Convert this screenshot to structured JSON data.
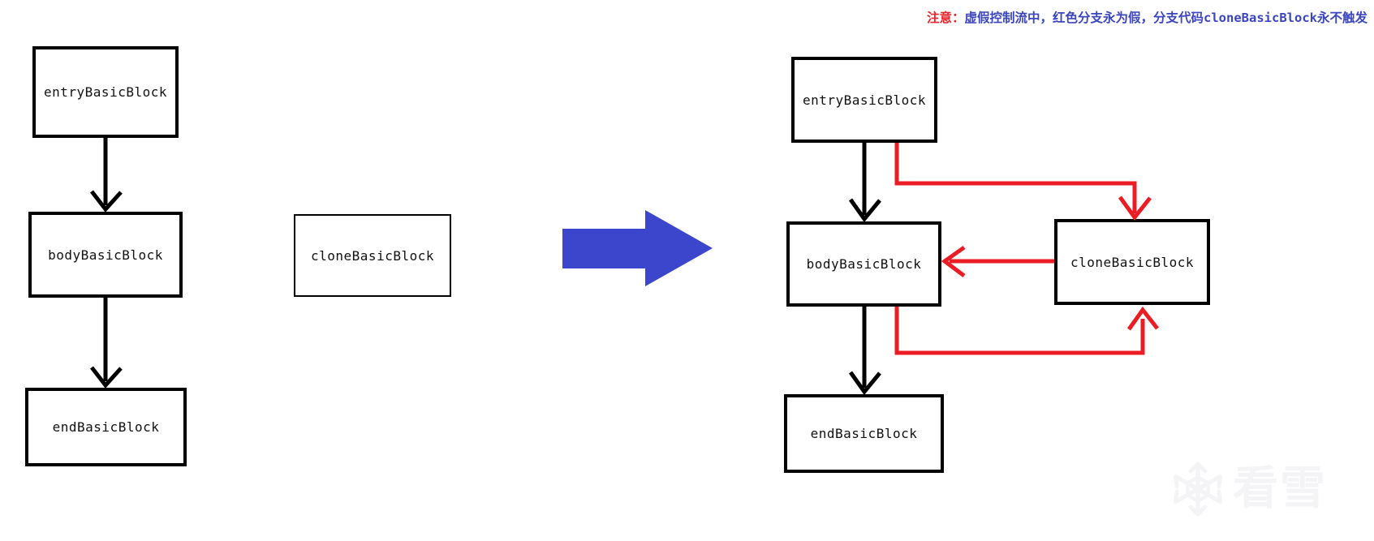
{
  "annotation": {
    "prefix": "注意：",
    "text_before_code": "虚假控制流中，红色分支永为假，分支代码",
    "code": "cloneBasicBlock",
    "text_after_code": "永不触发",
    "prefix_color": "#E8232A",
    "body_color": "#3B45BF"
  },
  "colors": {
    "box_border": "#000000",
    "box_fill": "#FFFFFF",
    "normal_edge": "#000000",
    "false_branch_edge": "#EC1C24",
    "transform_arrow": "#3B46CC",
    "watermark": "#F4F4F6"
  },
  "left_diagram": {
    "title": "original-control-flow",
    "nodes": [
      {
        "id": "entry",
        "label": "entryBasicBlock"
      },
      {
        "id": "body",
        "label": "bodyBasicBlock"
      },
      {
        "id": "end",
        "label": "endBasicBlock"
      },
      {
        "id": "clone",
        "label": "cloneBasicBlock"
      }
    ],
    "edges": [
      {
        "from": "entry",
        "to": "body",
        "color": "#000000",
        "style": "solid"
      },
      {
        "from": "body",
        "to": "end",
        "color": "#000000",
        "style": "solid"
      }
    ]
  },
  "transform_arrow": {
    "label": "transforms-into",
    "direction": "right",
    "color": "#3B46CC"
  },
  "right_diagram": {
    "title": "bogus-control-flow",
    "nodes": [
      {
        "id": "entry",
        "label": "entryBasicBlock"
      },
      {
        "id": "body",
        "label": "bodyBasicBlock"
      },
      {
        "id": "clone",
        "label": "cloneBasicBlock"
      },
      {
        "id": "end",
        "label": "endBasicBlock"
      }
    ],
    "edges": [
      {
        "from": "entry",
        "to": "body",
        "color": "#000000",
        "style": "solid",
        "kind": "true-branch"
      },
      {
        "from": "entry",
        "to": "clone",
        "color": "#EC1C24",
        "style": "solid",
        "kind": "false-branch"
      },
      {
        "from": "clone",
        "to": "body",
        "color": "#EC1C24",
        "style": "solid",
        "kind": "false-branch"
      },
      {
        "from": "body",
        "to": "clone",
        "color": "#EC1C24",
        "style": "solid",
        "kind": "false-branch"
      },
      {
        "from": "body",
        "to": "end",
        "color": "#000000",
        "style": "solid",
        "kind": "true-branch"
      }
    ]
  },
  "watermark": {
    "icon": "snowflake-icon",
    "text": "看雪"
  }
}
